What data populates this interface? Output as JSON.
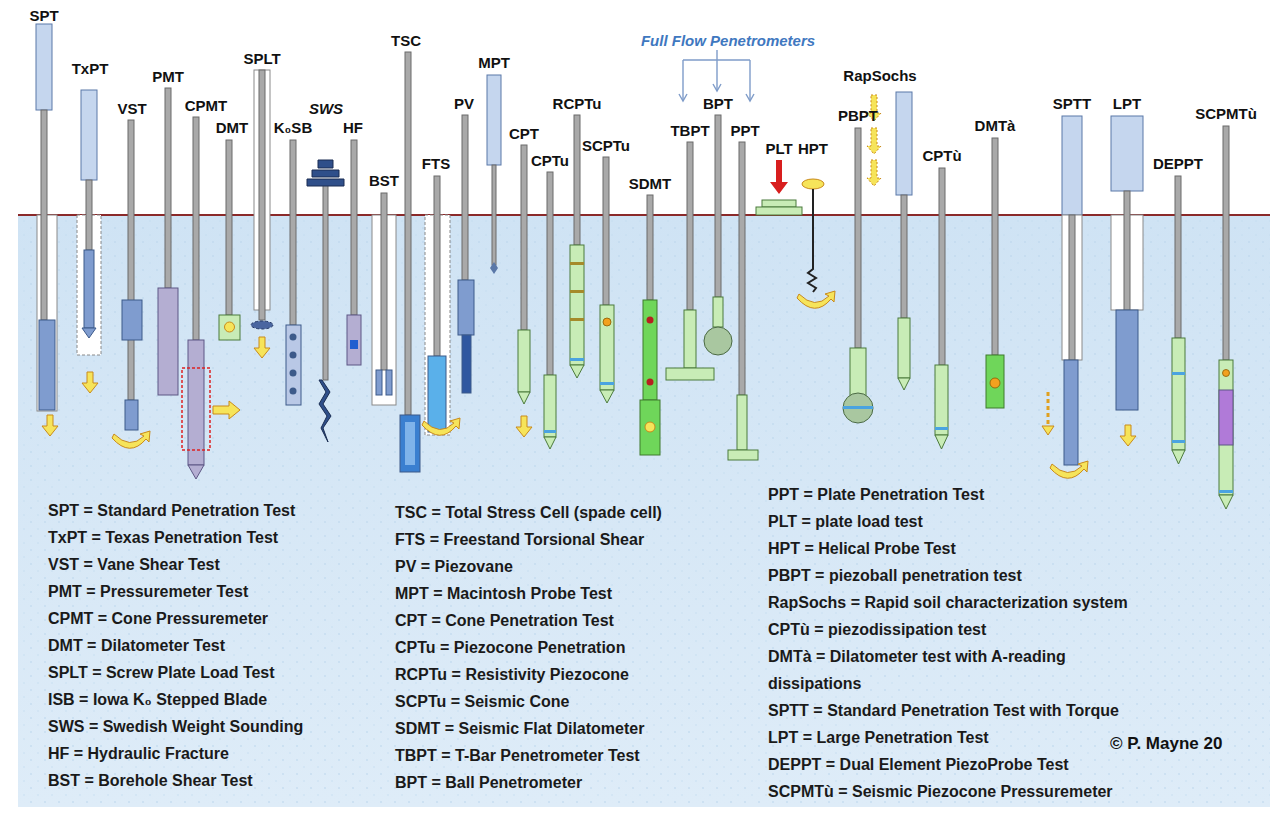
{
  "diagram": {
    "labels": [
      "SPT",
      "TxPT",
      "VST",
      "PMT",
      "CPMT",
      "DMT",
      "SPLT",
      "K₀SB",
      "SWS",
      "HF",
      "BST",
      "TSC",
      "FTS",
      "PV",
      "MPT",
      "CPT",
      "CPTu",
      "RCPTu",
      "SCPTu",
      "SDMT",
      "TBPT",
      "BPT",
      "PPT",
      "PLT",
      "HPT",
      "PBPT",
      "RapSochs",
      "CPTù",
      "DMTà",
      "SPTT",
      "LPT",
      "DEPPT",
      "SCPMTù",
      "Full Flow Penetrometers",
      "SPT = Standard Penetration Test",
      "TxPT = Texas Penetration Test",
      "VST = Vane Shear Test",
      "PMT = Pressuremeter Test",
      "CPMT = Cone Pressuremeter",
      "DMT = Dilatometer Test",
      "SPLT = Screw Plate Load Test",
      "ISB = Iowa K₀ Stepped Blade",
      "SWS = Swedish Weight Sounding",
      "HF = Hydraulic Fracture",
      "BST = Borehole Shear Test",
      "TSC = Total Stress Cell (spade cell)",
      "FTS = Freestand Torsional Shear",
      "PV   = Piezovane",
      "MPT = Macintosh Probe Test",
      "CPT = Cone Penetration Test",
      "CPTu = Piezocone Penetration",
      "RCPTu = Resistivity Piezocone",
      "SCPTu = Seismic Cone",
      "SDMT = Seismic Flat Dilatometer",
      "TBPT = T-Bar Penetrometer Test",
      "BPT = Ball Penetrometer",
      "PPT  = Plate Penetration Test",
      "PLT = plate load test",
      "HPT = Helical Probe Test",
      "PBPT = piezoball penetration test",
      "RapSochs = Rapid soil characterization system",
      "CPTù = piezodissipation test",
      "DMTà = Dilatometer test with A-reading dissipations",
      "SPTT = Standard Penetration Test with Torque",
      "LPT = Large Penetration Test",
      "DEPPT = Dual Element PiezoProbe Test",
      "SCPMTù = Seismic Piezocone Pressuremeter",
      "© P. Mayne 20"
    ]
  }
}
